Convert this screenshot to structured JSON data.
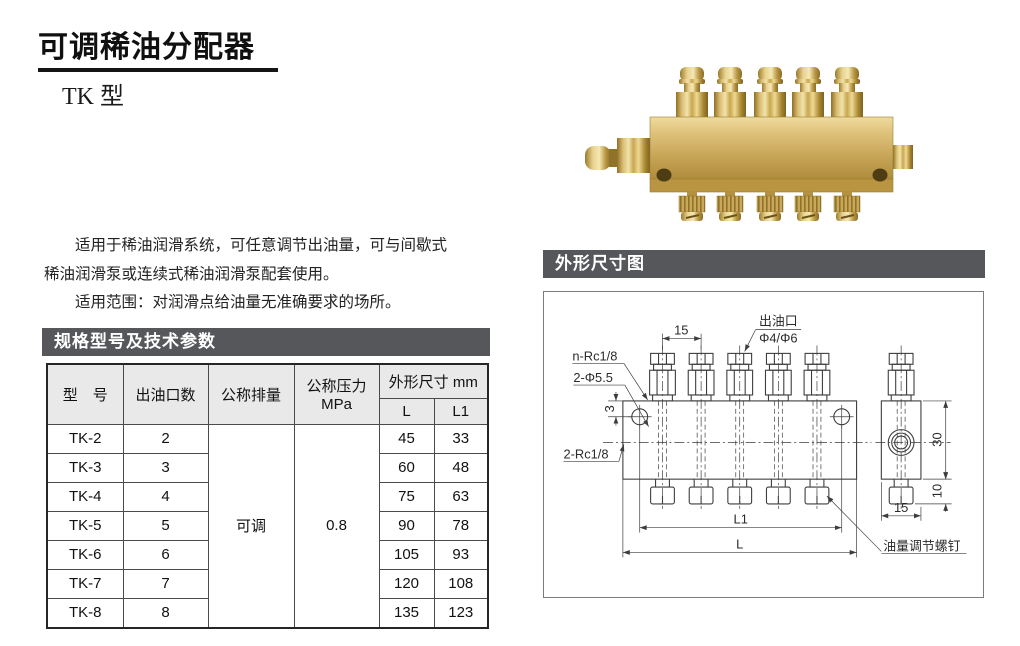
{
  "page": {
    "title": "可调稀油分配器",
    "subtitle": "TK 型"
  },
  "description": {
    "line1": "适用于稀油润滑系统，可任意调节出油量，可与间歇式",
    "line2": "稀油润滑泵或连续式稀油润滑泵配套使用。",
    "line3": "适用范围：对润滑点给油量无准确要求的场所。"
  },
  "sections": {
    "specs": "规格型号及技术参数",
    "dimensions": "外形尺寸图"
  },
  "spec_table": {
    "headers": {
      "model": "型　号",
      "outlets": "出油口数",
      "displacement": "公称排量",
      "pressure_line1": "公称压力",
      "pressure_line2": "MPa",
      "dims_group": "外形尺寸 mm",
      "L": "L",
      "L1": "L1"
    },
    "merged": {
      "displacement_value": "可调",
      "pressure_value": "0.8"
    },
    "rows": [
      {
        "model": "TK-2",
        "outlets": "2",
        "L": "45",
        "L1": "33"
      },
      {
        "model": "TK-3",
        "outlets": "3",
        "L": "60",
        "L1": "48"
      },
      {
        "model": "TK-4",
        "outlets": "4",
        "L": "75",
        "L1": "63"
      },
      {
        "model": "TK-5",
        "outlets": "5",
        "L": "90",
        "L1": "78"
      },
      {
        "model": "TK-6",
        "outlets": "6",
        "L": "105",
        "L1": "93"
      },
      {
        "model": "TK-7",
        "outlets": "7",
        "L": "120",
        "L1": "108"
      },
      {
        "model": "TK-8",
        "outlets": "8",
        "L": "135",
        "L1": "123"
      }
    ]
  },
  "drawing": {
    "labels": {
      "pitch": "15",
      "outlet_line1": "出油口",
      "outlet_line2": "Φ4/Φ6",
      "outlet_thread": "n-Rc1/8",
      "mount_holes": "2-Φ5.5",
      "hole_offset": "3",
      "inlet_thread": "2-Rc1/8",
      "dim_l1": "L1",
      "dim_l": "L",
      "adj_screw": "油量调节螺钉",
      "side_height": "30",
      "screw_height": "10",
      "side_width": "15"
    }
  },
  "colors": {
    "section_bar": "#56575B",
    "table_header_bg": "#E9E9EA",
    "drawing_line": "#3D3D3D",
    "brass": "#C9A85B"
  }
}
